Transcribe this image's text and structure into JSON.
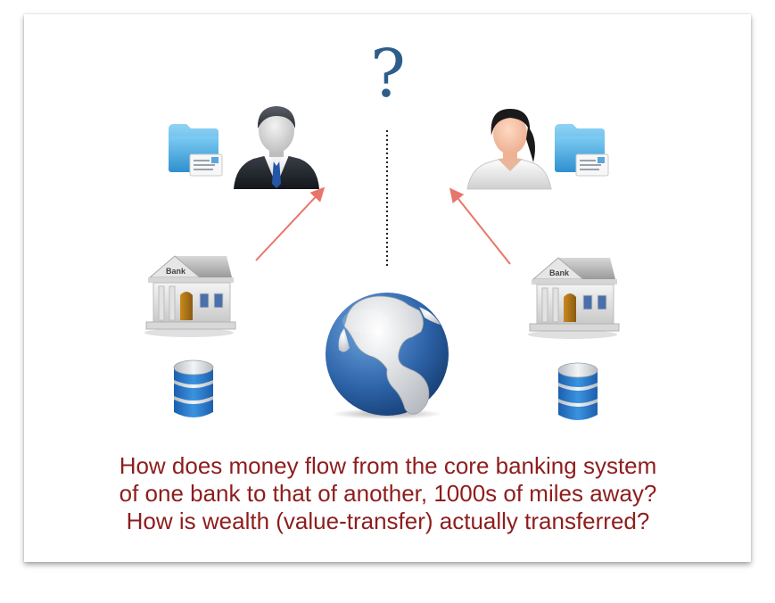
{
  "question_mark": "?",
  "bank_sign": "Bank",
  "caption": {
    "line1": "How does money flow from the core banking system",
    "line2": "of one bank to that of another, 1000s of miles away?",
    "line3": "How is wealth (value-transfer) actually transferred?"
  },
  "colors": {
    "caption_text": "#8e1d1d",
    "question_mark": "#2f5d8a",
    "arrow": "#e8756a",
    "dotted_line": "#222222",
    "globe_ocean": "#2d63a8",
    "database_blue": "#2f7fd0",
    "folder_blue": "#5ab8ea"
  },
  "icons": {
    "left_user": "businessman-icon",
    "right_user": "businesswoman-icon",
    "left_folder": "mail-folder-icon",
    "right_folder": "mail-folder-icon",
    "left_bank": "bank-building-icon",
    "right_bank": "bank-building-icon",
    "left_db": "database-icon",
    "right_db": "database-icon",
    "center": "globe-icon"
  }
}
